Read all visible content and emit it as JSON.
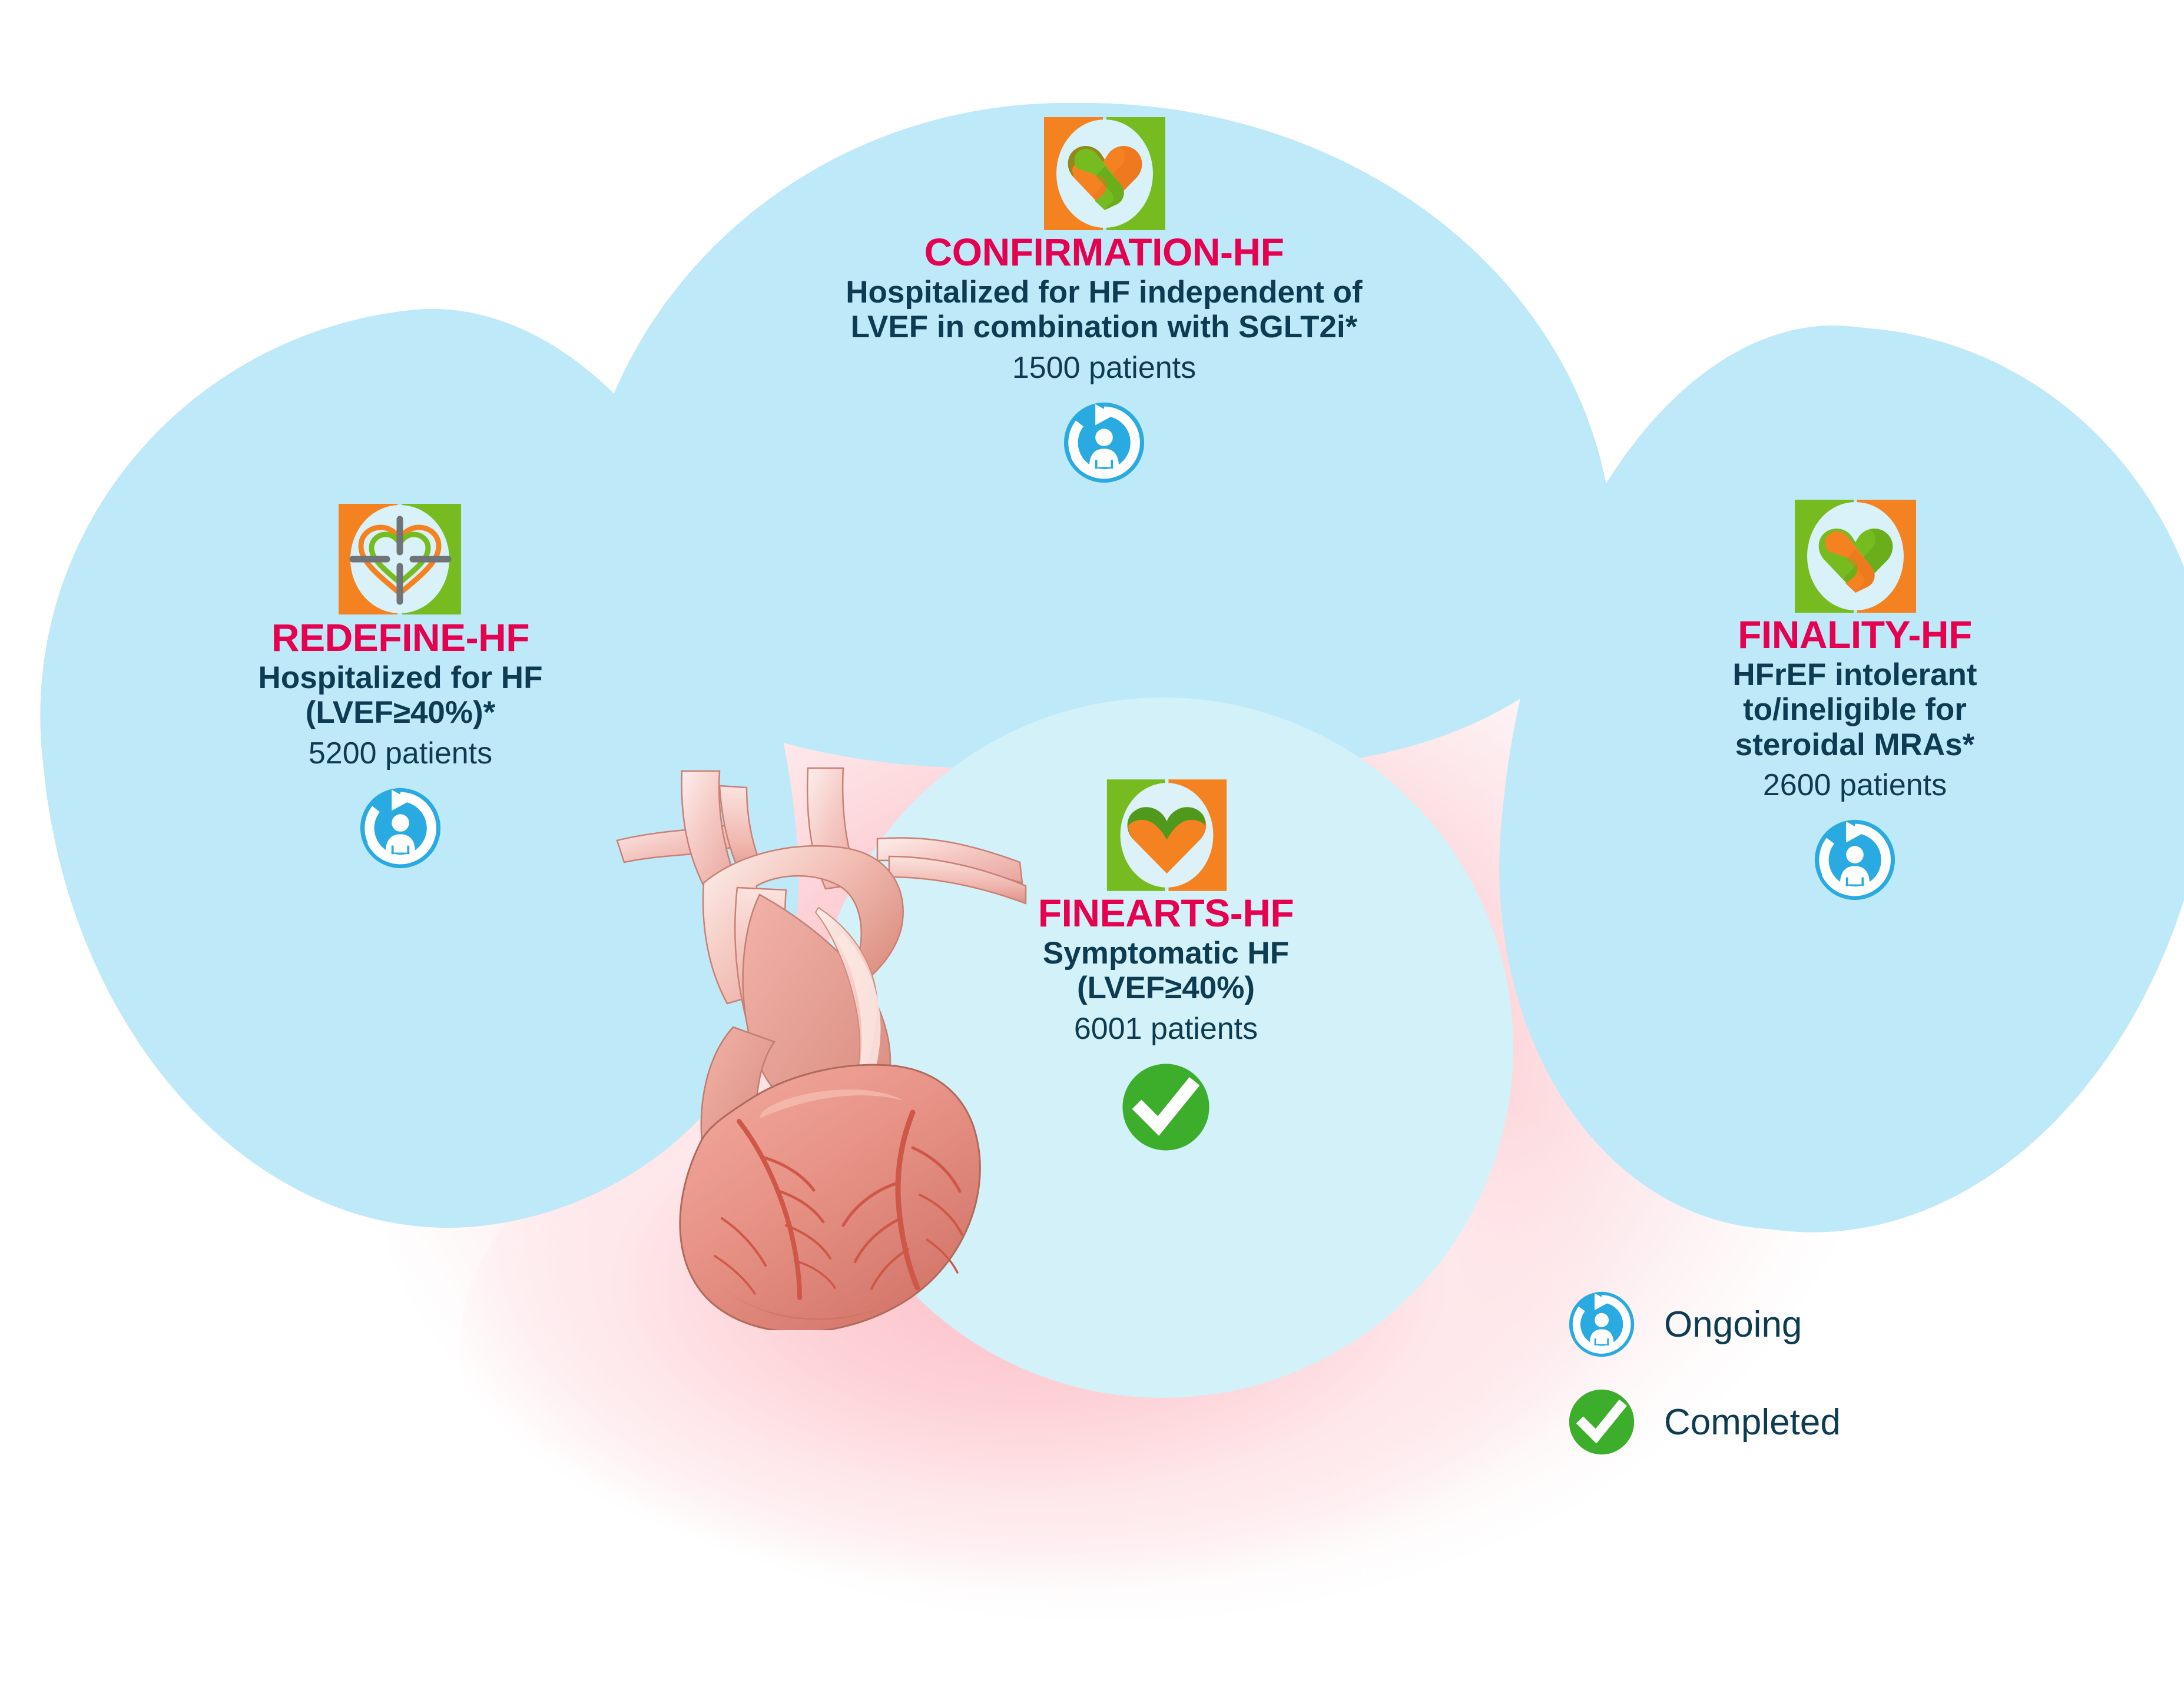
{
  "colors": {
    "accent_crimson": "#E50050",
    "body_navy": "#0D3C52",
    "petal_blue": "#BDE9F8",
    "center_blue": "#D3F1F8",
    "glow_pink": "#FCC0C7",
    "logo_orange": "#F58220",
    "logo_green": "#76BC21",
    "status_ongoing_blue": "#29ABE2",
    "status_completed_green": "#3DAE2B"
  },
  "trials": [
    {
      "id": "redefine-hf",
      "name": "REDEFINE-HF",
      "logo": "target-heart-logo",
      "description_lines": [
        "Hospitalized for HF",
        "(LVEF≥40%)*"
      ],
      "patients": "5200 patients",
      "status": "ongoing",
      "status_icon": "ongoing-icon"
    },
    {
      "id": "confirmation-hf",
      "name": "CONFIRMATION-HF",
      "logo": "ribbon-heart-logo",
      "description_lines": [
        "Hospitalized for HF independent of",
        "LVEF in combination with SGLT2i*"
      ],
      "patients": "1500 patients",
      "status": "ongoing",
      "status_icon": "ongoing-icon"
    },
    {
      "id": "finality-hf",
      "name": "FINALITY-HF",
      "logo": "ribbon-heart-logo-reversed",
      "description_lines": [
        "HFrEF intolerant",
        "to/ineligible for",
        "steroidal MRAs*"
      ],
      "patients": "2600 patients",
      "status": "ongoing",
      "status_icon": "ongoing-icon"
    },
    {
      "id": "finearts-hf",
      "name": "FINEARTS-HF",
      "logo": "solid-heart-logo",
      "description_lines": [
        "Symptomatic HF",
        "(LVEF≥40%)"
      ],
      "patients": "6001 patients",
      "status": "completed",
      "status_icon": "completed-icon"
    }
  ],
  "legend": {
    "items": [
      {
        "icon": "ongoing-icon",
        "label": "Ongoing"
      },
      {
        "icon": "completed-icon",
        "label": "Completed"
      }
    ]
  },
  "illustration": {
    "name": "anatomical-heart"
  }
}
